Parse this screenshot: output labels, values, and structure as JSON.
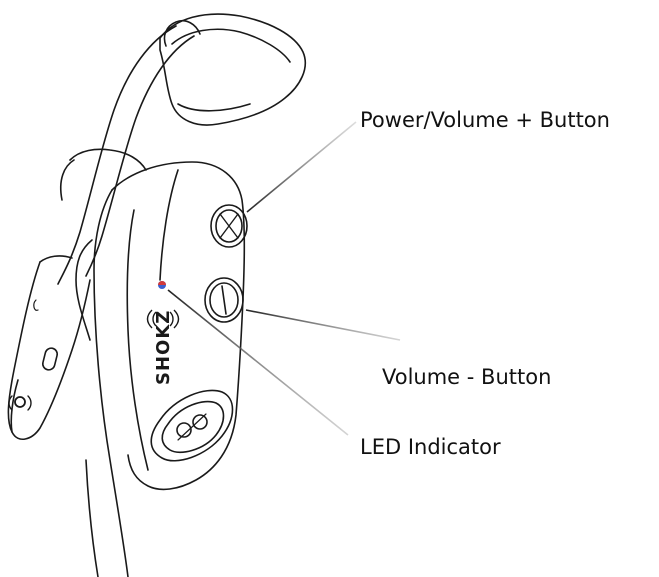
{
  "callouts": {
    "power_volume_plus": "Power/Volume + Button",
    "volume_minus": "Volume - Button",
    "led_indicator": "LED Indicator"
  },
  "brand": {
    "logo_text": "SHOKZ"
  },
  "colors": {
    "outline": "#1a1a1a",
    "led_red": "#d23a3a",
    "led_blue": "#3a5fcf",
    "leader_line": "#333333"
  }
}
